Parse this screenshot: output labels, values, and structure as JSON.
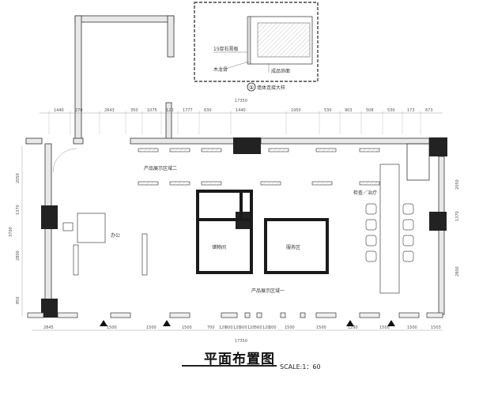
{
  "drawing": {
    "title": "平面布置图",
    "scale": "SCALE:1：60",
    "detail_label": "①",
    "detail_title": "墙体连接大样",
    "detail_notes": [
      "15厚石膏板",
      "木龙骨",
      "成品饰面"
    ],
    "overall_dimension": "17350",
    "top_dimensions": [
      "1440",
      "270",
      "2643",
      "350",
      "1075",
      "120",
      "1777",
      "630",
      "1440",
      "1950",
      "530",
      "903",
      "508",
      "530",
      "173",
      "673"
    ],
    "bottom_dimensions": [
      "2845",
      "1500",
      "1500",
      "1500",
      "700",
      "120",
      "600",
      "120",
      "500",
      "120",
      "560",
      "120",
      "200",
      "1500",
      "1500",
      "1290",
      "1500",
      "1500",
      "1503"
    ],
    "left_dimensions": [
      "2050",
      "1370",
      "3700",
      "2800",
      "850"
    ],
    "right_dimensions": [
      "2050",
      "1370",
      "2800"
    ],
    "rooms": {
      "display_area_2": "产品展示区域二",
      "display_area_1": "产品展示区域一",
      "office": "办公",
      "storage": "储物间",
      "service": "服务区",
      "consult": "检查／治疗"
    }
  }
}
